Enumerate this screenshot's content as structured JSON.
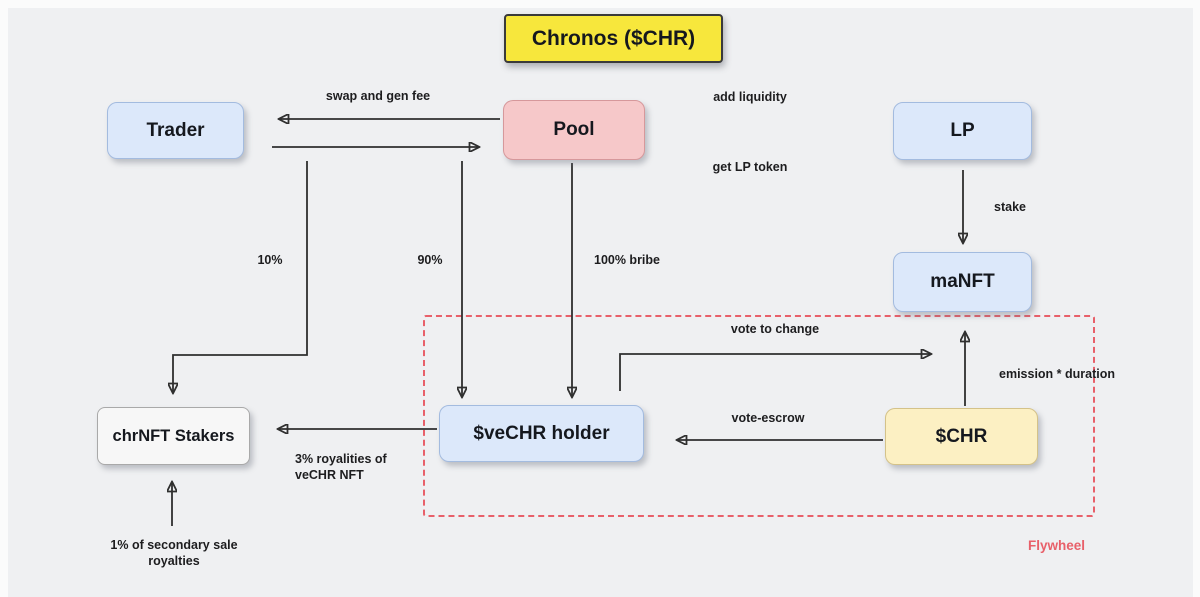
{
  "title": {
    "label": "Chronos ($CHR)"
  },
  "nodes": {
    "trader": {
      "label": "Trader"
    },
    "pool": {
      "label": "Pool"
    },
    "lp": {
      "label": "LP"
    },
    "manft": {
      "label": "maNFT"
    },
    "vechr_holder": {
      "label": "$veCHR holder"
    },
    "chr": {
      "label": "$CHR"
    },
    "chrnft_stakers": {
      "label": "chrNFT Stakers"
    }
  },
  "edge_labels": {
    "swap_and_gen_fee": "swap and gen fee",
    "add_liquidity": "add liquidity",
    "get_lp_token": "get LP token",
    "stake": "stake",
    "fee_10": "10%",
    "fee_90": "90%",
    "bribe_100": "100% bribe",
    "vote_to_change": "vote to change",
    "vote_escrow": "vote-escrow",
    "emission_duration": "emission * duration",
    "royalties_3_line1": "3% royalities of",
    "royalties_3_line2": "veCHR NFT",
    "royalties_1_line1": "1% of secondary sale",
    "royalties_1_line2": "royalties"
  },
  "flywheel": {
    "label": "Flywheel"
  },
  "colors": {
    "background": "#eff0f2",
    "node_blue_fill": "#dce8fa",
    "node_blue_border": "#a3bbdf",
    "node_pink_fill": "#f6c8c9",
    "node_pink_border": "#d6989b",
    "node_yellow_fill": "#fcf0c3",
    "node_yellow_border": "#d4c289",
    "node_gray_fill": "#f7f7f7",
    "node_gray_border": "#a9a9a9",
    "title_fill": "#f7e73c",
    "title_border": "#3a3a3a",
    "flywheel_red": "#e8606a",
    "arrow": "#2f2f2f"
  }
}
